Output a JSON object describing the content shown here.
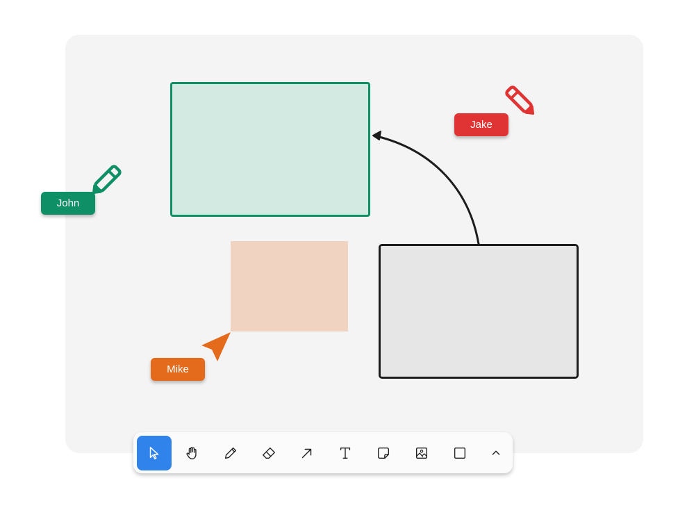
{
  "canvas": {
    "background": "#f4f4f4",
    "shapes": [
      {
        "id": "green-rectangle",
        "fill": "#d3eae3",
        "stroke": "#0e8f65"
      },
      {
        "id": "peach-rectangle",
        "fill": "#f1d3c1"
      },
      {
        "id": "gray-rectangle",
        "fill": "#e6e6e6",
        "stroke": "#1c1c1c"
      }
    ],
    "connector": {
      "from": "gray-rectangle",
      "to": "green-rectangle",
      "color": "#1c1c1c"
    }
  },
  "collaborators": [
    {
      "name": "John",
      "color": "#0e8f65",
      "tool": "pencil"
    },
    {
      "name": "Jake",
      "color": "#e03333",
      "tool": "pencil"
    },
    {
      "name": "Mike",
      "color": "#e46a1c",
      "tool": "cursor"
    }
  ],
  "toolbar": {
    "accent": "#2f83ea",
    "active_tool": "select",
    "tools": [
      {
        "id": "select",
        "icon": "cursor-arrow-icon",
        "active": true
      },
      {
        "id": "hand",
        "icon": "hand-icon",
        "active": false
      },
      {
        "id": "pencil",
        "icon": "pencil-icon",
        "active": false
      },
      {
        "id": "eraser",
        "icon": "eraser-icon",
        "active": false
      },
      {
        "id": "arrow",
        "icon": "arrow-icon",
        "active": false
      },
      {
        "id": "text",
        "icon": "text-icon",
        "active": false
      },
      {
        "id": "sticky-note",
        "icon": "sticky-note-icon",
        "active": false
      },
      {
        "id": "image",
        "icon": "image-icon",
        "active": false
      },
      {
        "id": "rectangle",
        "icon": "rectangle-icon",
        "active": false
      },
      {
        "id": "more",
        "icon": "chevron-up-icon",
        "active": false
      }
    ]
  }
}
